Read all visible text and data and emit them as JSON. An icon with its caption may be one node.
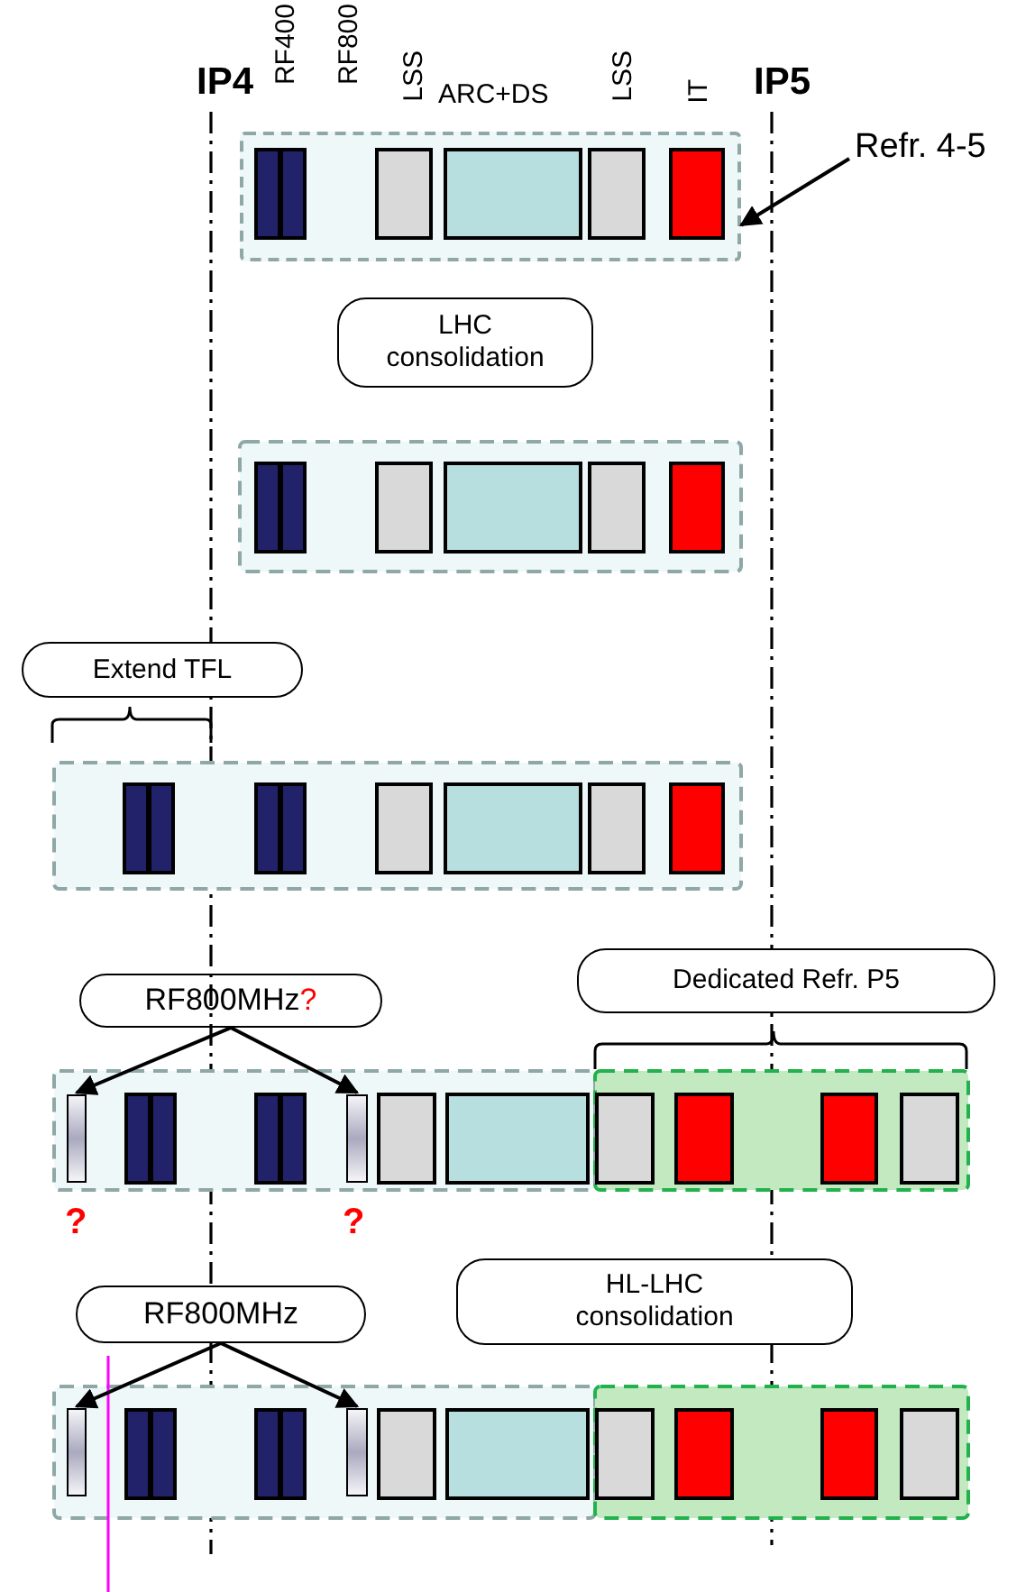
{
  "diagram": {
    "nodes": [
      {
        "text": [
          "Refr. 4-5"
        ]
      },
      {
        "text": [],
        "shape": "box"
      },
      {
        "text": [
          "LHC consolidation"
        ]
      },
      {
        "text": [
          "Extend TFL"
        ]
      },
      {
        "text": [
          "RF800MHz?"
        ]
      },
      {
        "text": [
          "Dedicated Refr. P5"
        ]
      },
      {
        "text": [],
        "shape": "box"
      },
      {
        "text": [],
        "shape": "box"
      },
      {
        "text": [
          "RF800MHz"
        ]
      },
      {
        "text": [
          "HL-LHC consolidation"
        ]
      },
      {
        "text": [],
        "shape": "box"
      },
      {
        "text": [],
        "shape": "box"
      }
    ],
    "edges": [
      {
        "from": 0,
        "to": 1,
        "arrow": "to"
      },
      {
        "from": 4,
        "to": 6,
        "arrow": "to"
      },
      {
        "from": 4,
        "to": 7,
        "arrow": "to"
      },
      {
        "from": 8,
        "to": 10,
        "arrow": "to"
      },
      {
        "from": 8,
        "to": 11,
        "arrow": "to"
      }
    ],
    "labels": [
      "IP4",
      "RF400",
      "RF800",
      "LSS",
      "ARC+DS",
      "LSS",
      "IT",
      "IP5",
      "?",
      "?"
    ]
  }
}
